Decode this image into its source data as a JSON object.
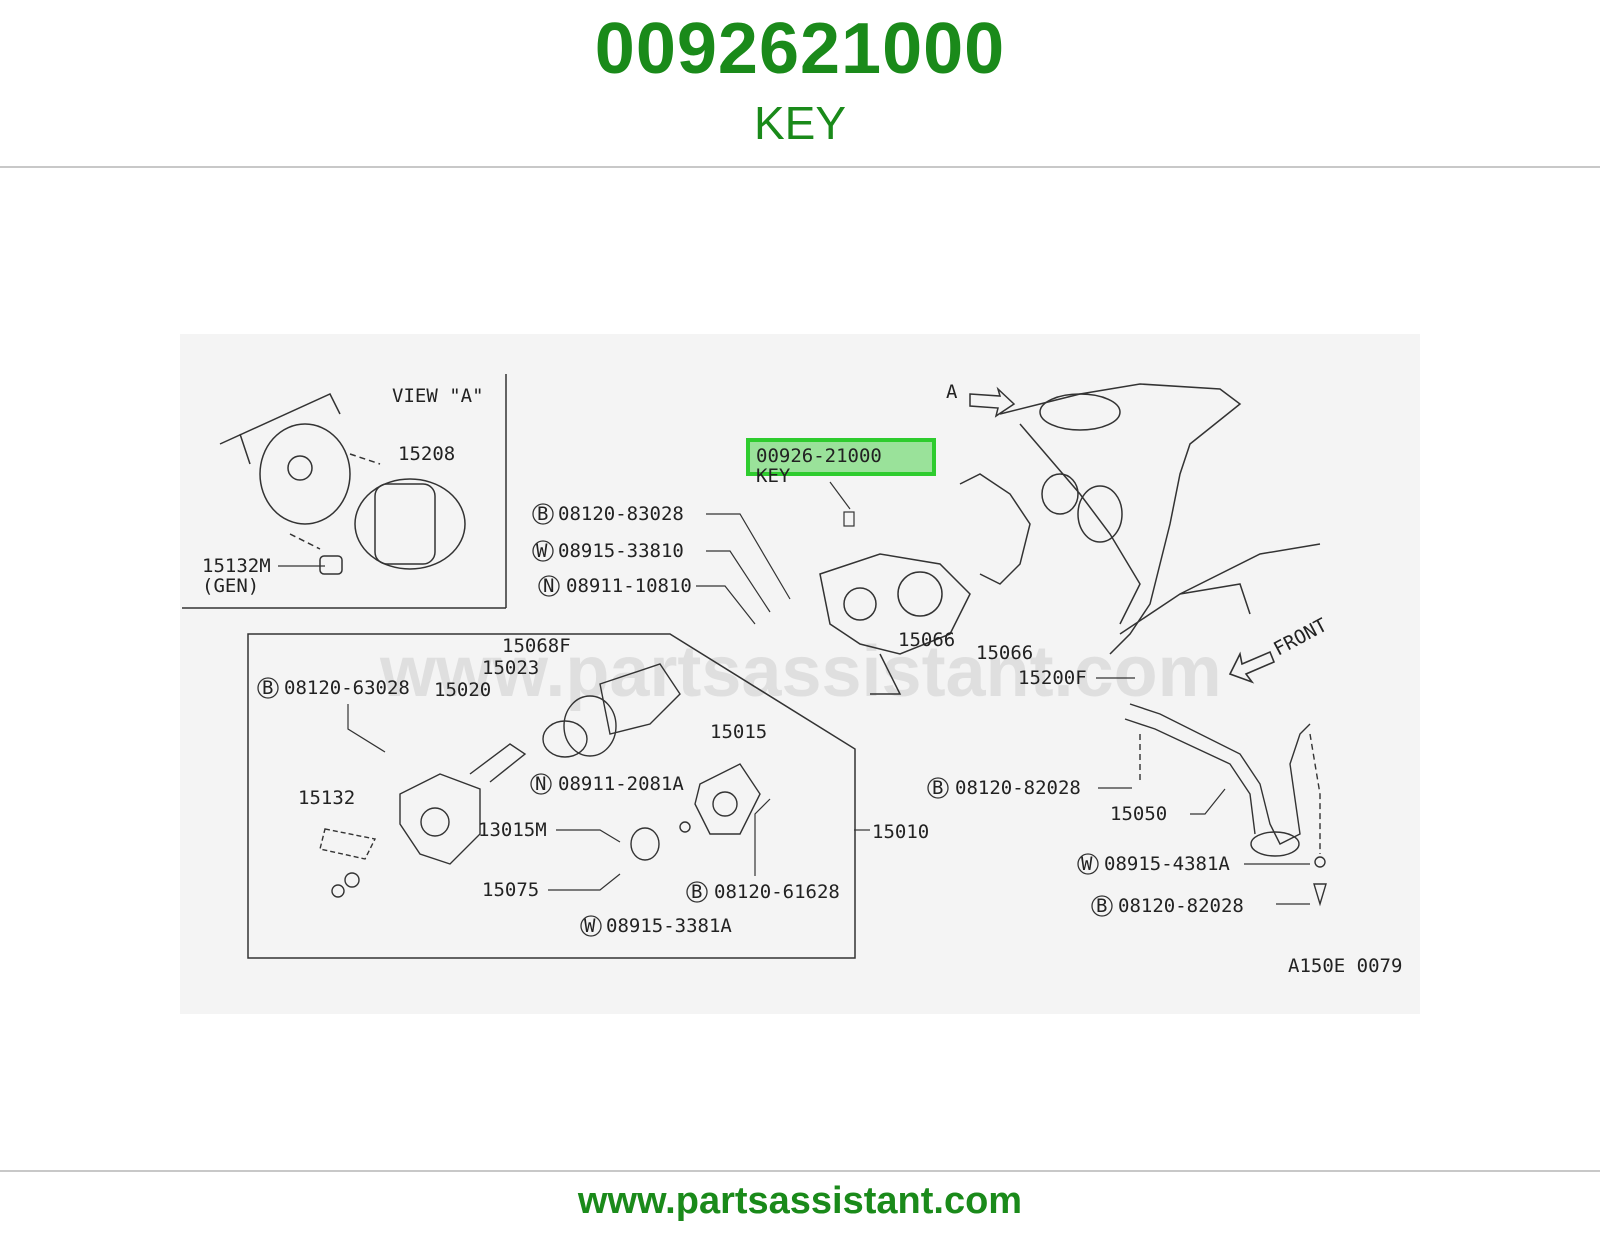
{
  "header": {
    "part_number": "0092621000",
    "part_name": "KEY"
  },
  "footer": {
    "url": "www.partsassistant.com"
  },
  "diagram": {
    "watermark": "www.partsassistant.com",
    "view_label": "VIEW \"A\"",
    "view_marker": "A",
    "front_label": "FRONT",
    "diagram_code": "A150E 0079",
    "highlight": {
      "number": "00926-21000",
      "name": "KEY",
      "color": "#2ecc2e"
    },
    "labels": {
      "p15208": "15208",
      "p15132m": "15132M",
      "gen": "(GEN)",
      "b08120_83028": "08120-83028",
      "w08915_33810": "08915-33810",
      "n08911_10810": "08911-10810",
      "p15066a": "15066",
      "p15066b": "15066",
      "p15200f": "15200F",
      "p15068f": "15068F",
      "p15023": "15023",
      "p15020": "15020",
      "b08120_63028": "08120-63028",
      "p15015": "15015",
      "n08911_2081a": "08911-2081A",
      "p15132": "15132",
      "p13015m": "13015M",
      "p15010": "15010",
      "p15075": "15075",
      "b08120_61628": "08120-61628",
      "w08915_3381a": "08915-3381A",
      "b08120_82028a": "08120-82028",
      "p15050": "15050",
      "w08915_4381a": "08915-4381A",
      "b08120_82028b": "08120-82028"
    },
    "prefixes": {
      "B": "B",
      "W": "W",
      "N": "N"
    }
  }
}
